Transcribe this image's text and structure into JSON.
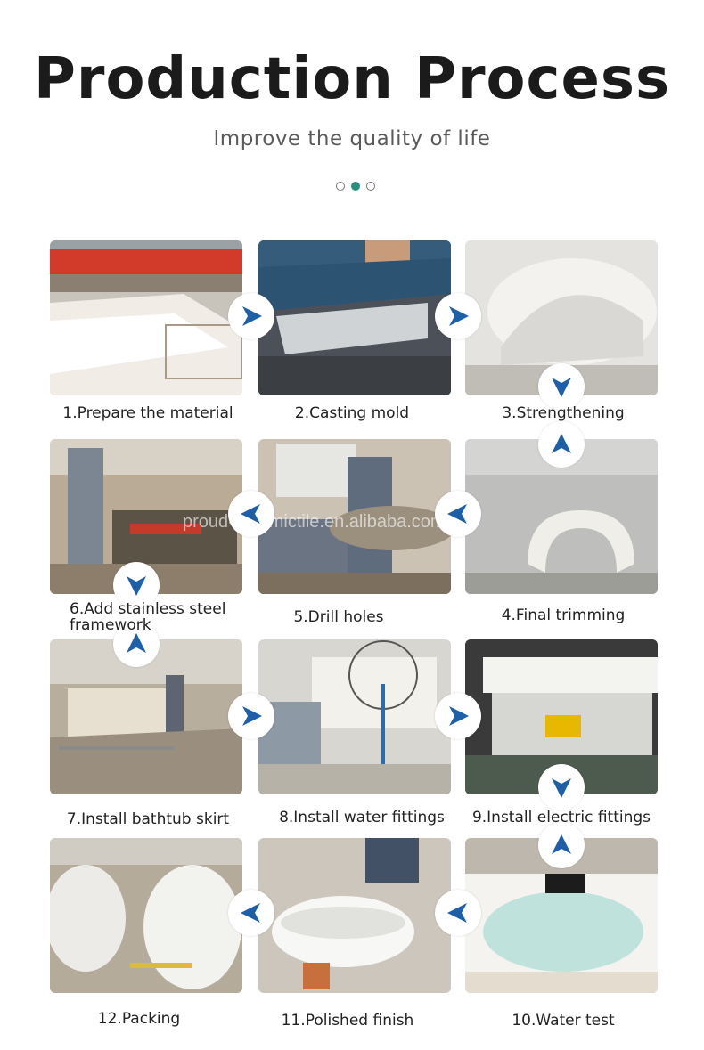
{
  "header": {
    "title": "Production Process",
    "subtitle": "Improve the quality of life"
  },
  "watermark": "proud-ceramictile.en.alibaba.com",
  "steps": [
    {
      "label": "1.Prepare the material"
    },
    {
      "label": "2.Casting mold"
    },
    {
      "label": "3.Strengthening"
    },
    {
      "label": "4.Final trimming"
    },
    {
      "label": "5.Drill holes"
    },
    {
      "label": "6.Add stainless steel framework"
    },
    {
      "label": "7.Install bathtub skirt"
    },
    {
      "label": "8.Install water fittings"
    },
    {
      "label": "9.Install electric fittings"
    },
    {
      "label": "10.Water test"
    },
    {
      "label": "11.Polished finish"
    },
    {
      "label": "12.Packing"
    }
  ],
  "colors": {
    "accent": "#1d5fa8",
    "dot_active": "#2a8f7c"
  },
  "icons": {
    "arrow": "triangle-arrow-icon"
  }
}
